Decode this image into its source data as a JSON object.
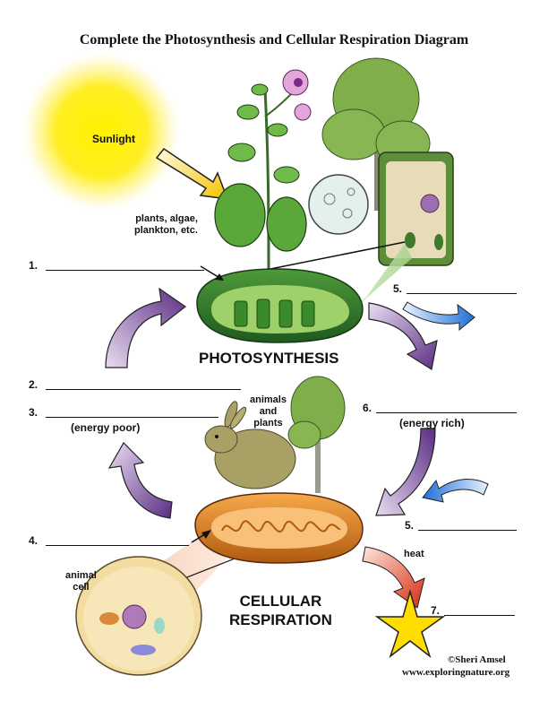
{
  "title": "Complete the Photosynthesis and Cellular Respiration Diagram",
  "labels": {
    "sunlight": "Sunlight",
    "plants": "plants, algae,\nplankton, etc.",
    "photosynthesis": "PHOTOSYNTHESIS",
    "cellular_respiration": "CELLULAR\nRESPIRATION",
    "animals_plants": "animals\nand\nplants",
    "energy_poor": "(energy poor)",
    "energy_rich": "(energy rich)",
    "heat": "heat",
    "animal_cell": "animal\ncell"
  },
  "blanks": [
    {
      "num": "1."
    },
    {
      "num": "2."
    },
    {
      "num": "3."
    },
    {
      "num": "4."
    },
    {
      "num": "5."
    },
    {
      "num": "6."
    },
    {
      "num": "5."
    },
    {
      "num": "7."
    }
  ],
  "credit": {
    "author": "©Sheri Amsel",
    "site": "www.exploringnature.org"
  }
}
